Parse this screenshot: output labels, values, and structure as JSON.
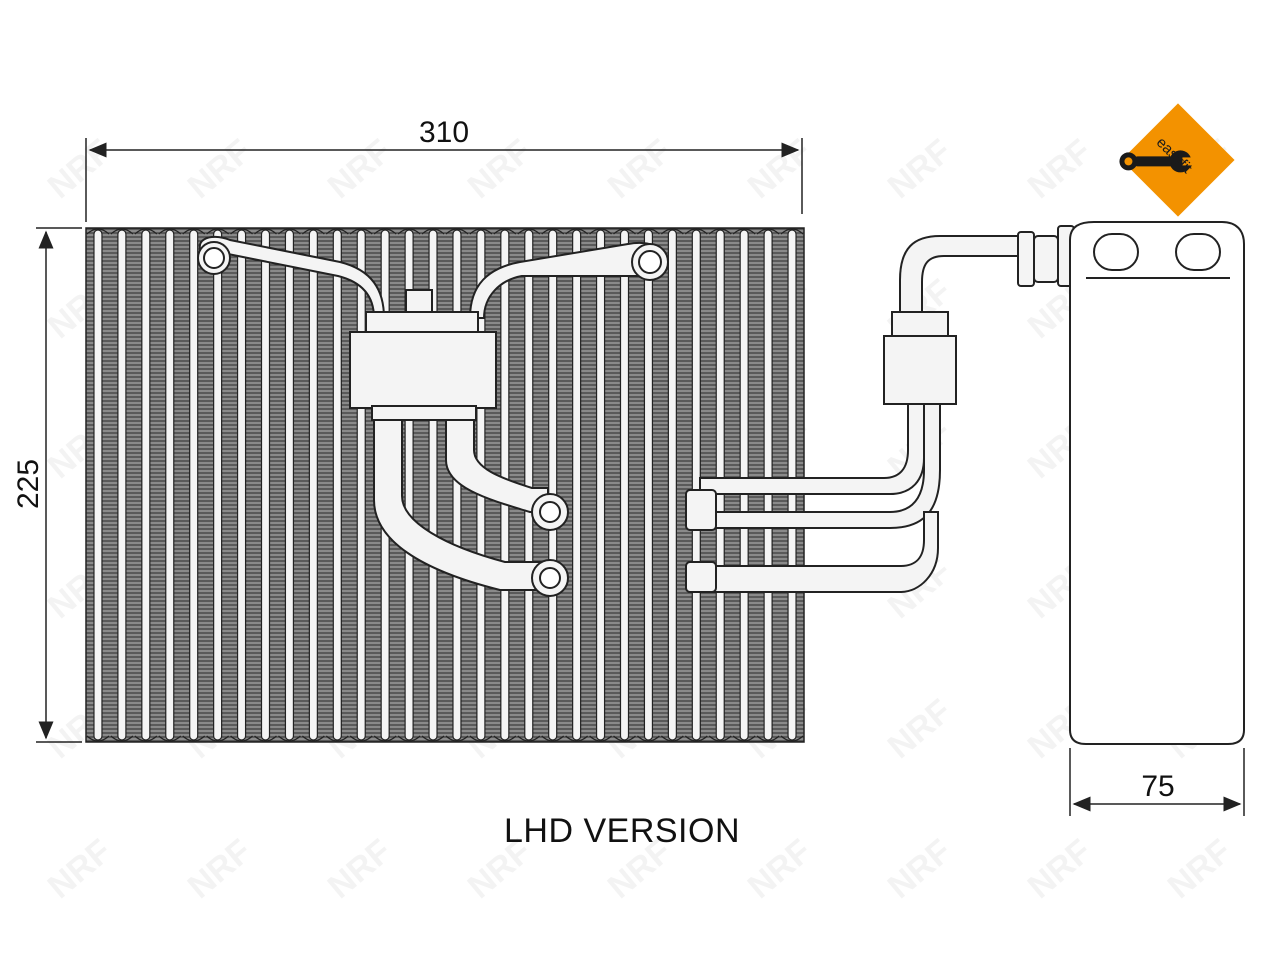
{
  "dimensions": {
    "width": "310",
    "height": "225",
    "depth": "75"
  },
  "caption": "LHD VERSION",
  "badge": {
    "label": "easyfit",
    "icon": "wrench-icon",
    "color": "#f39200"
  },
  "watermark": {
    "label": "NRF"
  },
  "colors": {
    "line": "#222222",
    "fill_dark": "#6e6e6e",
    "fill_light": "#f4f4f4"
  }
}
